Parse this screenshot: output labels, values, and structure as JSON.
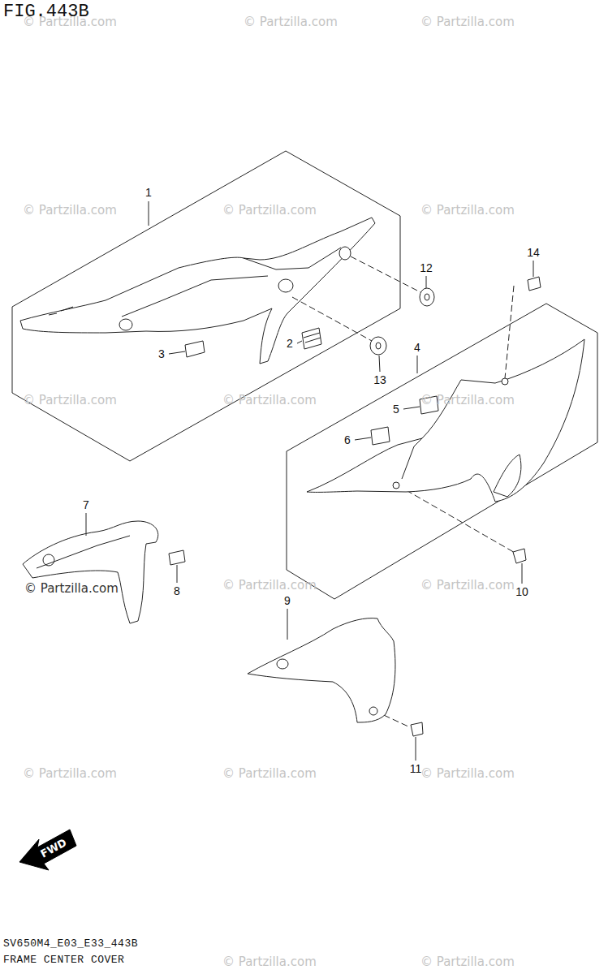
{
  "diagram": {
    "title": "FIG.443B",
    "labels": [
      "1",
      "2",
      "3",
      "4",
      "5",
      "6",
      "7",
      "8",
      "9",
      "10",
      "11",
      "12",
      "13",
      "14",
      "FWD",
      "SV650M4_E03_E33_443B",
      "FRAME CENTER COVER",
      "© Partzilla.com",
      "© Partzilla.com",
      "© Partzilla.com",
      "© Partzilla.com",
      "© Partzilla.com",
      "© Partzilla.com",
      "© Partzilla.com",
      "© Partzilla.com",
      "© Partzilla.com",
      "© Partzilla.com",
      "© Partzilla.com",
      "© Partzilla.com",
      "© Partzilla.com",
      "© Partzilla.com",
      "© Partzilla.com",
      "© Partzilla.com",
      "© Partzilla.com"
    ]
  }
}
